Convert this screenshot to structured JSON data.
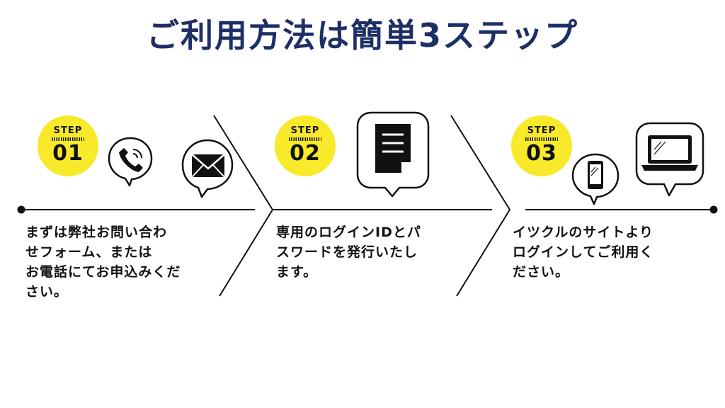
{
  "title": "ご利用方法は簡単3ステップ",
  "colors": {
    "title": "#1e2f66",
    "badge": "#f8ea2a",
    "ink": "#111111"
  },
  "steps": [
    {
      "label": "STEP",
      "number": "01",
      "icons": [
        "phone-icon",
        "envelope-icon"
      ],
      "lines": [
        "まずは弊社お問い合わ",
        "せフォーム、または",
        "お電話にてお申込みくだ",
        "さい。"
      ]
    },
    {
      "label": "STEP",
      "number": "02",
      "icons": [
        "document-icon"
      ],
      "lines": [
        "専用のログインIDとパ",
        "スワードを発行いたし",
        "ます。"
      ]
    },
    {
      "label": "STEP",
      "number": "03",
      "icons": [
        "smartphone-icon",
        "laptop-icon"
      ],
      "lines": [
        "イツクルのサイトより",
        "ログインしてご利用く",
        "ださい。"
      ]
    }
  ]
}
